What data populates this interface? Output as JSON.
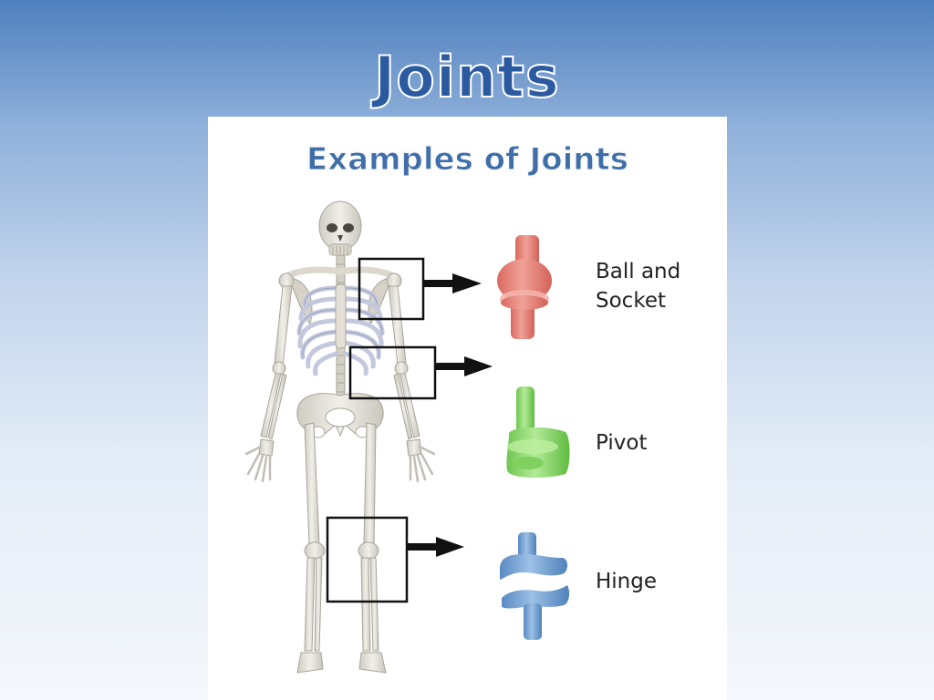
{
  "slide": {
    "title": "Joints"
  },
  "figure": {
    "heading": "Examples of Joints",
    "joints": [
      {
        "line1": "Ball and",
        "line2": "Socket",
        "color": "#e3837a"
      },
      {
        "line1": "Pivot",
        "color": "#86d36a"
      },
      {
        "line1": "Hinge",
        "color": "#6c9ccd"
      }
    ]
  },
  "colors": {
    "title_fill": "#2c5aa0",
    "bone": "#e2dfd6",
    "ribs": "#b8bfd8",
    "box_stroke": "#111111"
  }
}
